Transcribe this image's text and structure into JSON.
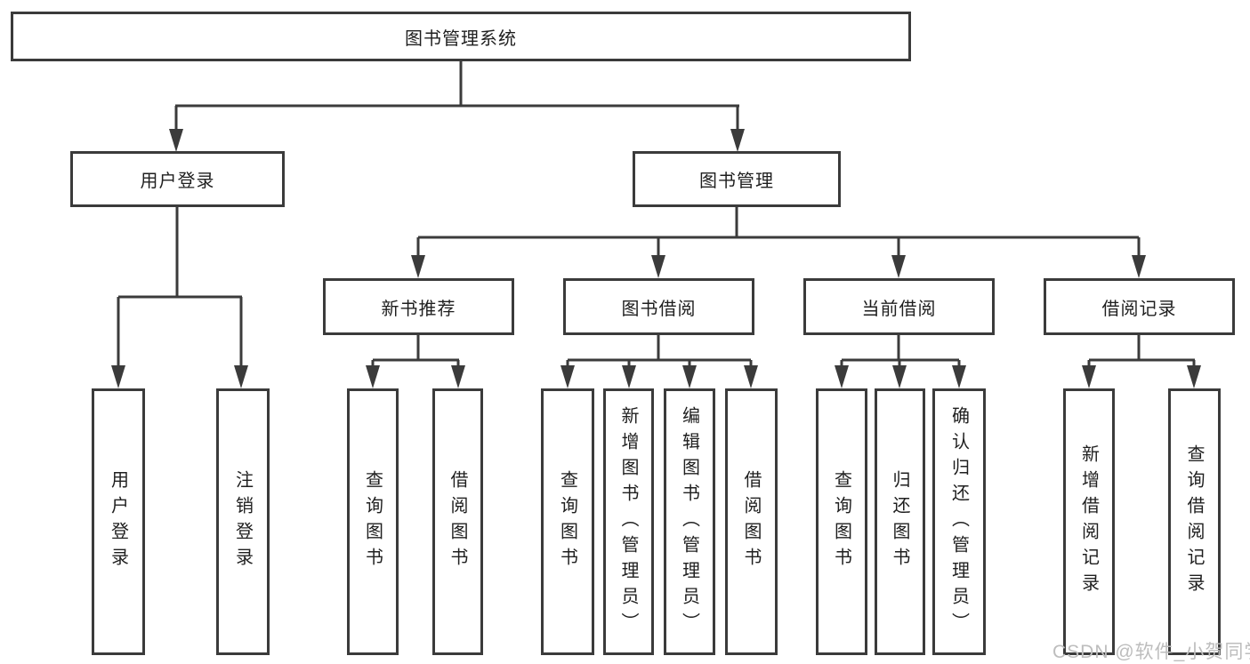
{
  "diagram": {
    "root": {
      "label": "图书管理系统"
    },
    "level2": [
      {
        "label": "用户登录"
      },
      {
        "label": "图书管理"
      }
    ],
    "level3": [
      {
        "label": "新书推荐"
      },
      {
        "label": "图书借阅"
      },
      {
        "label": "当前借阅"
      },
      {
        "label": "借阅记录"
      }
    ],
    "leaves": {
      "login": [
        {
          "label": "用户登录"
        },
        {
          "label": "注销登录"
        }
      ],
      "new_books": [
        {
          "label": "查询图书"
        },
        {
          "label": "借阅图书"
        }
      ],
      "borrow": [
        {
          "label": "查询图书"
        },
        {
          "label": "新增图书（管理员）"
        },
        {
          "label": "编辑图书（管理员）"
        },
        {
          "label": "借阅图书"
        }
      ],
      "current": [
        {
          "label": "查询图书"
        },
        {
          "label": "归还图书"
        },
        {
          "label": "确认归还（管理员）"
        }
      ],
      "records": [
        {
          "label": "新增借阅记录"
        },
        {
          "label": "查询借阅记录"
        }
      ]
    },
    "watermark": "CSDN @软件_小贺同学",
    "colors": {
      "line": "#3b3b3b",
      "text": "#1f1f1f",
      "background": "#ffffff",
      "watermark": "#bdbdbd"
    }
  }
}
